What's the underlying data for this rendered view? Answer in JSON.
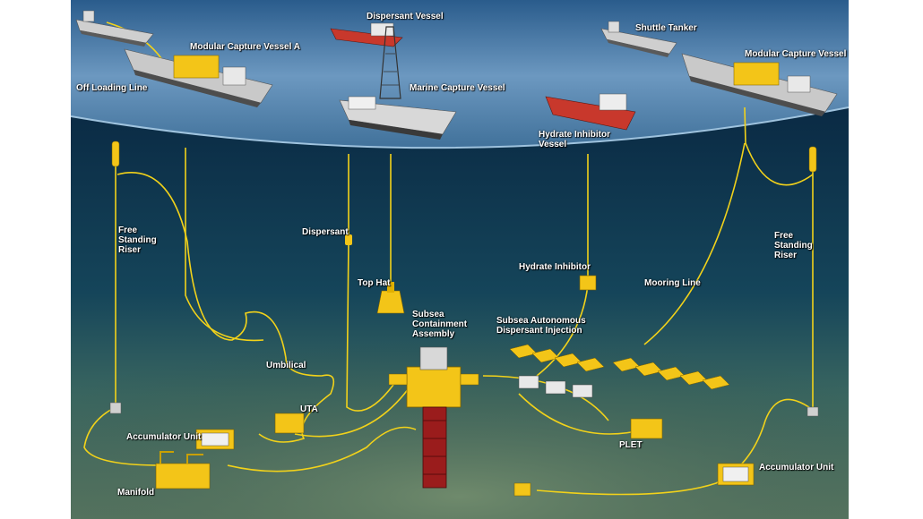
{
  "colors": {
    "sky_sea": "#5a86b0",
    "deep_water": "#0a2d45",
    "seabed": "#3f5b46",
    "line": "#f2d21a",
    "vessel_hull": "#b8b8b8",
    "vessel_red": "#c8382c",
    "equipment": "#f3c518",
    "label": "#ffffff"
  },
  "vessels": {
    "shuttle_tanker_left": "tanker-icon",
    "modular_capture_a": "Modular Capture Vessel A",
    "dispersant_vessel": "Dispersant Vessel",
    "marine_capture_vessel": "Marine Capture Vessel",
    "hydrate_inhibitor_vessel": "Hydrate Inhibitor Vessel",
    "shuttle_tanker": "Shuttle Tanker",
    "modular_capture_b": "Modular Capture Vessel B"
  },
  "labels": {
    "offloading_line": "Off Loading Line",
    "modular_capture_a": "Modular Capture Vessel A",
    "dispersant_vessel": "Dispersant Vessel",
    "marine_capture_vessel": "Marine Capture Vessel",
    "hydrate_inhibitor_vessel_1": "Hydrate Inhibitor",
    "hydrate_inhibitor_vessel_2": "Vessel",
    "shuttle_tanker": "Shuttle Tanker",
    "modular_capture_b": "Modular Capture Vessel B",
    "free_riser_left_1": "Free",
    "free_riser_left_2": "Standing",
    "free_riser_left_3": "Riser",
    "free_riser_right_1": "Free",
    "free_riser_right_2": "Standing",
    "free_riser_right_3": "Riser",
    "dispersant": "Dispersant",
    "top_hat": "Top Hat",
    "hydrate_inhibitor": "Hydrate Inhibitor",
    "mooring_line": "Mooring Line",
    "subsea_containment_1": "Subsea",
    "subsea_containment_2": "Containment",
    "subsea_containment_3": "Assembly",
    "sadi_1": "Subsea Autonomous",
    "sadi_2": "Dispersant Injection",
    "umbilical": "Umbilical",
    "uta": "UTA",
    "accumulator_left": "Accumulator Unit",
    "manifold": "Manifold",
    "plet": "PLET",
    "accumulator_right": "Accumulator Unit"
  }
}
